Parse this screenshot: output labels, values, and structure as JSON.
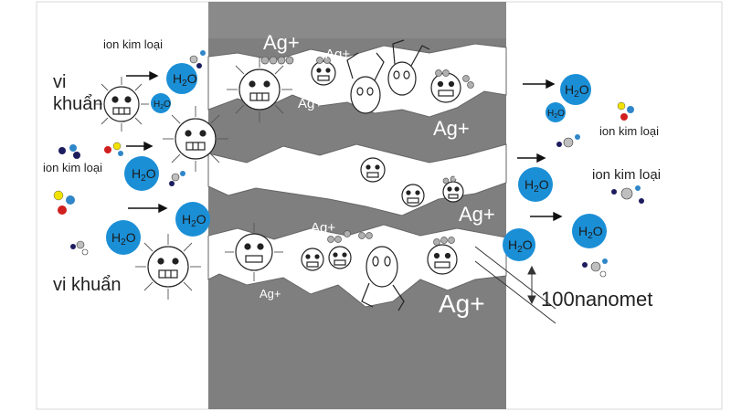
{
  "labels": {
    "ion_kim_loai": "ion kim loại",
    "vi_khuan": "vi khuẩn",
    "vi": "vi",
    "khuan": "khuẩn",
    "ag_plus": "Ag+",
    "water_main": "H",
    "water_sub": "2",
    "water_end": "O",
    "scale": "100nanomet"
  },
  "colors": {
    "membrane": "#7a7a7a",
    "membrane_light": "#8c8c8c",
    "pore": "#ffffff",
    "water": "#1b8fd6",
    "ag_ball": "#b0b0b0",
    "ion_navy": "#1c1c5e",
    "ion_blue": "#2f86c8",
    "ion_yellow": "#f2e200",
    "ion_red": "#d11f1f",
    "ion_gray": "#bfbfbf"
  },
  "icons": [
    "bacterium-icon",
    "water-molecule-icon",
    "metal-ion-icon",
    "arrow-icon",
    "silver-particle-icon"
  ]
}
